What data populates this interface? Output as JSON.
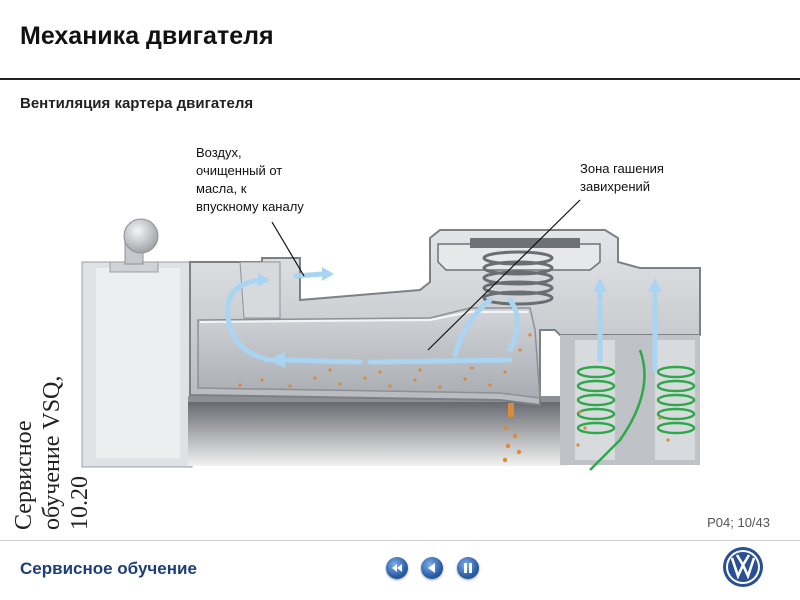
{
  "header": {
    "title": "Механика двигателя",
    "subtitle": "Вентиляция картера двигателя"
  },
  "diagram": {
    "callouts": [
      {
        "id": "clean-air",
        "lines": [
          "Воздух,",
          "очищенный от",
          "масла, к",
          "впускному каналу"
        ]
      },
      {
        "id": "swirl-zone",
        "lines": [
          "Зона гашения",
          "завихрений"
        ]
      }
    ],
    "colors": {
      "housing": "#c9ccd0",
      "housing_dark": "#8d9196",
      "air_arrow": "#a9d4f2",
      "oil_drops": "#d98a3a",
      "spring_green": "#2fa84a",
      "crankcase": "#6f7378"
    }
  },
  "sidebar_stamp": {
    "lines": [
      "Сервисное",
      "обучение VSQ,",
      "10.20"
    ]
  },
  "page_indicator": "P04; 10/43",
  "footer": {
    "label": "Сервисное обучение",
    "buttons": [
      {
        "id": "first",
        "icon": "rewind-icon"
      },
      {
        "id": "back",
        "icon": "play-back-icon"
      },
      {
        "id": "pause",
        "icon": "pause-icon"
      }
    ],
    "logo": "vw-logo"
  }
}
